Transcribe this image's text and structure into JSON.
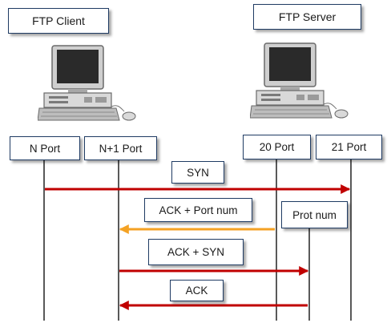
{
  "client": {
    "title": "FTP Client"
  },
  "server": {
    "title": "FTP Server"
  },
  "ports": {
    "n": "N Port",
    "n1": "N+1 Port",
    "p20": "20 Port",
    "p21": "21 Port"
  },
  "messages": {
    "syn": "SYN",
    "ack_port": "ACK + Port num",
    "prot_num": "Prot num",
    "ack_syn": "ACK + SYN",
    "ack": "ACK"
  },
  "colors": {
    "arrow_red": "#c00000",
    "arrow_orange": "#f4a224",
    "box_border": "#1f3b63"
  },
  "icons": {
    "computer": "desktop-computer-icon"
  }
}
